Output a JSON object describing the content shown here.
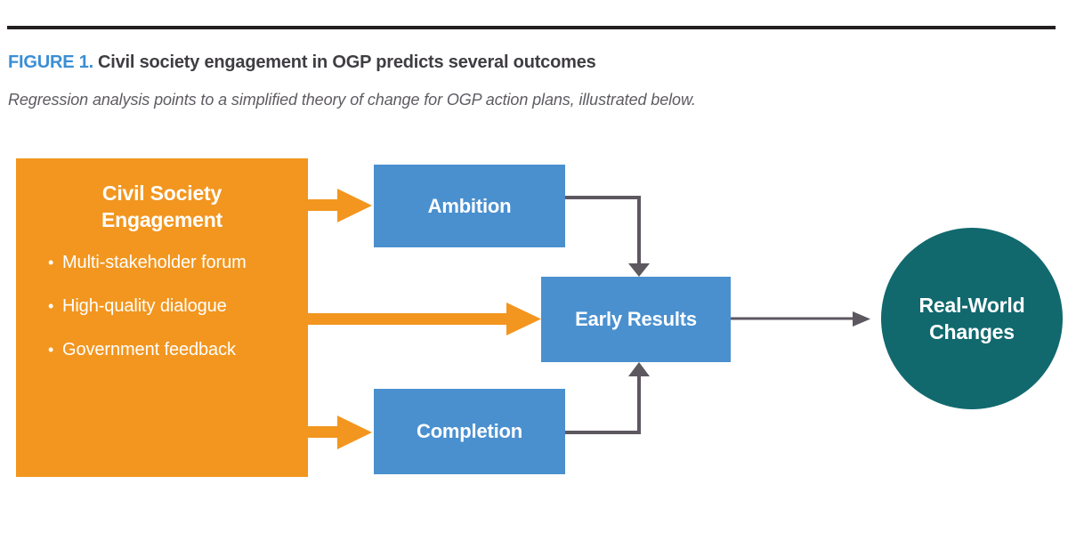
{
  "figure": {
    "label": "FIGURE 1.",
    "title": "Civil society engagement in OGP predicts several outcomes",
    "subtitle": "Regression analysis points to a simplified theory of change for OGP action plans, illustrated below."
  },
  "colors": {
    "figure_label": "#3b8fd4",
    "title_text": "#3f3d42",
    "subtitle_text": "#5e5b63",
    "rule": "#231f20",
    "source_box": "#f2961f",
    "process_box": "#4a90cf",
    "outcome_circle": "#11696e",
    "orange_arrow": "#f2961f",
    "gray_arrow": "#5d5760"
  },
  "diagram": {
    "type": "flowchart",
    "nodes": [
      {
        "id": "civil-society-engagement",
        "shape": "rectangle",
        "color": "#f2961f",
        "title": "Civil Society Engagement",
        "title_lines": [
          "Civil Society",
          "Engagement"
        ],
        "bullets": [
          "Multi-stakeholder forum",
          "High-quality dialogue",
          "Government feedback"
        ]
      },
      {
        "id": "ambition",
        "shape": "rectangle",
        "color": "#4a90cf",
        "title": "Ambition"
      },
      {
        "id": "early-results",
        "shape": "rectangle",
        "color": "#4a90cf",
        "title": "Early Results"
      },
      {
        "id": "completion",
        "shape": "rectangle",
        "color": "#4a90cf",
        "title": "Completion"
      },
      {
        "id": "real-world-changes",
        "shape": "circle",
        "color": "#11696e",
        "title": "Real-World Changes",
        "title_lines": [
          "Real-World",
          "Changes"
        ]
      }
    ],
    "edges": [
      {
        "from": "civil-society-engagement",
        "to": "ambition",
        "style": "orange-thick-arrow"
      },
      {
        "from": "civil-society-engagement",
        "to": "early-results",
        "style": "orange-thick-arrow"
      },
      {
        "from": "civil-society-engagement",
        "to": "completion",
        "style": "orange-thick-arrow"
      },
      {
        "from": "ambition",
        "to": "early-results",
        "style": "gray-elbow-arrow"
      },
      {
        "from": "completion",
        "to": "early-results",
        "style": "gray-elbow-arrow"
      },
      {
        "from": "early-results",
        "to": "real-world-changes",
        "style": "gray-thin-arrow"
      }
    ]
  }
}
